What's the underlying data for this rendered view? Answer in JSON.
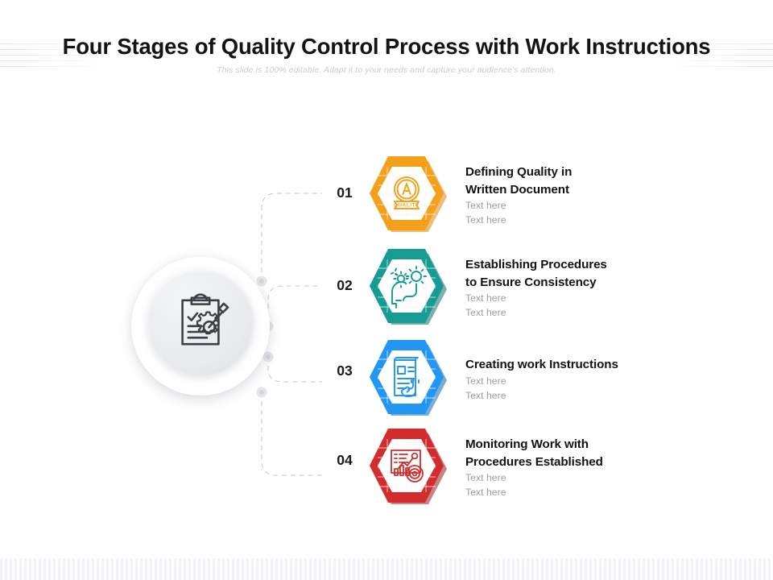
{
  "slide": {
    "title": "Four Stages of Quality Control Process with Work Instructions",
    "subtitle": "This slide is 100% editable. Adapt it to your needs and capture your audience's attention."
  },
  "hub": {
    "icon": "clipboard-gear-pencil-icon"
  },
  "stages": [
    {
      "number": "01",
      "color": "#F5A01B",
      "icon": "quality-badge-icon",
      "heading_line1": "Defining Quality in",
      "heading_line2": "Written Document",
      "sub_line1": "Text here",
      "sub_line2": "Text here"
    },
    {
      "number": "02",
      "color": "#169C93",
      "icon": "head-gears-icon",
      "heading_line1": "Establishing Procedures",
      "heading_line2": "to Ensure Consistency",
      "sub_line1": "Text here",
      "sub_line2": "Text here"
    },
    {
      "number": "03",
      "color": "#2196F3",
      "icon": "document-hand-click-icon",
      "heading_line1": "Creating work Instructions",
      "heading_line2": "",
      "sub_line1": "Text here",
      "sub_line2": "Text here"
    },
    {
      "number": "04",
      "color": "#D32C2C",
      "icon": "chart-target-icon",
      "heading_line1": "Monitoring Work with",
      "heading_line2": "Procedures Established",
      "sub_line1": "Text here",
      "sub_line2": "Text here"
    }
  ]
}
